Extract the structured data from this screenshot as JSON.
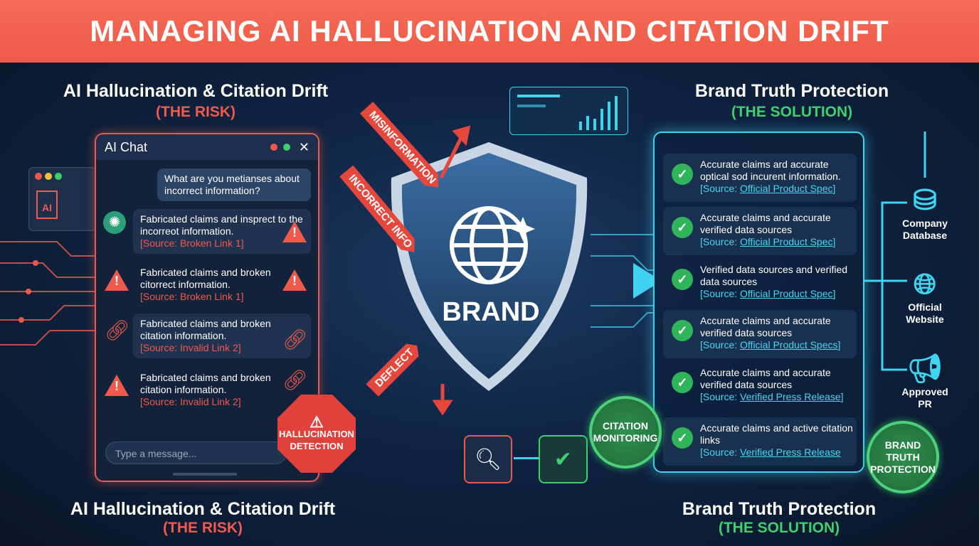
{
  "title": "MANAGING AI HALLUCINATION AND CITATION DRIFT",
  "left": {
    "heading": "AI Hallucination & Citation Drift",
    "subheading": "(THE RISK)",
    "mini_window_label": "AI"
  },
  "chat": {
    "title": "AI Chat",
    "user_message": "What are you metianses about incorrect information?",
    "messages": [
      {
        "text": "Fabricated claims and insprect to the incorreot information.",
        "source": "[Source: Broken Link 1]",
        "icon": "warning-icon"
      },
      {
        "text": "Fabricated claims and broken citorrect information.",
        "source": "[Source: Broken Link 1]",
        "icon": "warning-icon"
      },
      {
        "text": "Fabricated claims and broken citation information.",
        "source": "[Source: Invalid Link 2]",
        "icon": "broken-link-icon"
      },
      {
        "text": "Fabricated claims and broken citation information.",
        "source": "[Source: Invalid Link 2]",
        "icon": "warning-icon"
      }
    ],
    "input_placeholder": "Type a message..."
  },
  "stop_sign": {
    "line1": "HALLUCINATION",
    "line2": "DETECTION"
  },
  "center": {
    "brand": "BRAND",
    "arrows": [
      "MISINFORMATION",
      "INCORRECT INFO",
      "DEFLECT"
    ]
  },
  "right": {
    "heading": "Brand Truth Protection",
    "subheading": "(THE SOLUTION)",
    "items": [
      {
        "text": "Accurate claims ard accurate optical sod incurent information.",
        "prefix": "[Source: ",
        "link": "Official Product Spec",
        "suffix": "]"
      },
      {
        "text": "Accurate claims and accurate verified data sources",
        "prefix": "[Source: ",
        "link": "Official Product Spec",
        "suffix": "]"
      },
      {
        "text": "Verified data sources and verified data sources",
        "prefix": "[Source: ",
        "link": "Official Product Spec",
        "suffix": "]"
      },
      {
        "text": "Accurate claims and accurate verified data sources",
        "prefix": "[Source: ",
        "link": "Official Product Specs",
        "suffix": "]"
      },
      {
        "text": "Accurate claims and accurate verified data sources",
        "prefix": "[Source: ",
        "link": "Verified Press Release",
        "suffix": "]"
      },
      {
        "text": "Accurate claims and active citation links",
        "prefix": "[Source: ",
        "link": "Verified Press Release",
        "suffix": ""
      }
    ],
    "sources": [
      {
        "l1": "Company",
        "l2": "Database"
      },
      {
        "l1": "Official",
        "l2": "Website"
      },
      {
        "l1": "Approved",
        "l2": "PR"
      }
    ],
    "badges": [
      {
        "l1": "CITATION",
        "l2": "MONITORING"
      },
      {
        "l1": "BRAND TRUTH",
        "l2": "PROTECTION"
      }
    ]
  },
  "footer": {
    "left_heading": "AI Hallucination & Citation Drift",
    "left_sub": "(THE RISK)",
    "right_heading": "Brand Truth Protection",
    "right_sub": "(THE SOLUTION)"
  },
  "colors": {
    "risk": "#ef5a4c",
    "solution": "#3fcf6e",
    "accent": "#3fd3f0",
    "title_bar": "#f26552"
  }
}
